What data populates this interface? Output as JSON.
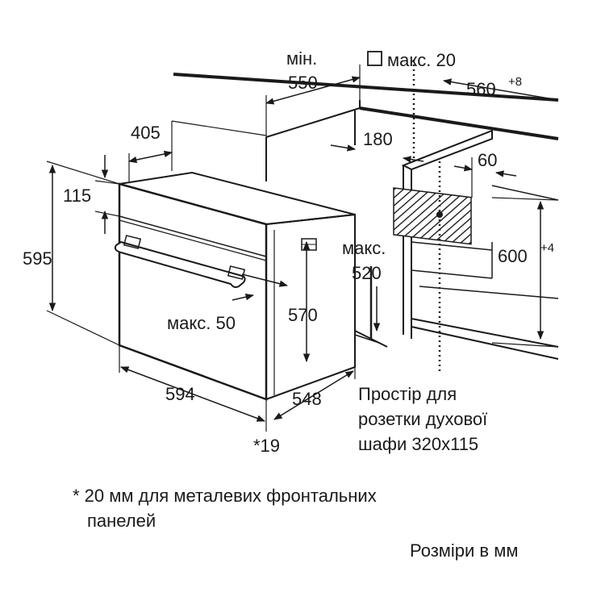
{
  "dimensions": {
    "min_label": "мін.",
    "d550": "550",
    "max20": "макс. 20",
    "d560": "560",
    "d560_sup": "+8",
    "d405": "405",
    "d180": "180",
    "d60": "60",
    "d115": "115",
    "d595": "595",
    "max520_a": "макс.",
    "max520_b": "520",
    "d600": "600",
    "d600_sup": "+4",
    "d570": "570",
    "max50": "макс. 50",
    "d594": "594",
    "d548": "548",
    "d19": "*19"
  },
  "socket_note": [
    "Простір для",
    "розетки духової",
    "шафи 320x115"
  ],
  "footnote": [
    "* 20 мм для металевих фронтальних",
    "панелей"
  ],
  "units_note": "Розміри в мм"
}
